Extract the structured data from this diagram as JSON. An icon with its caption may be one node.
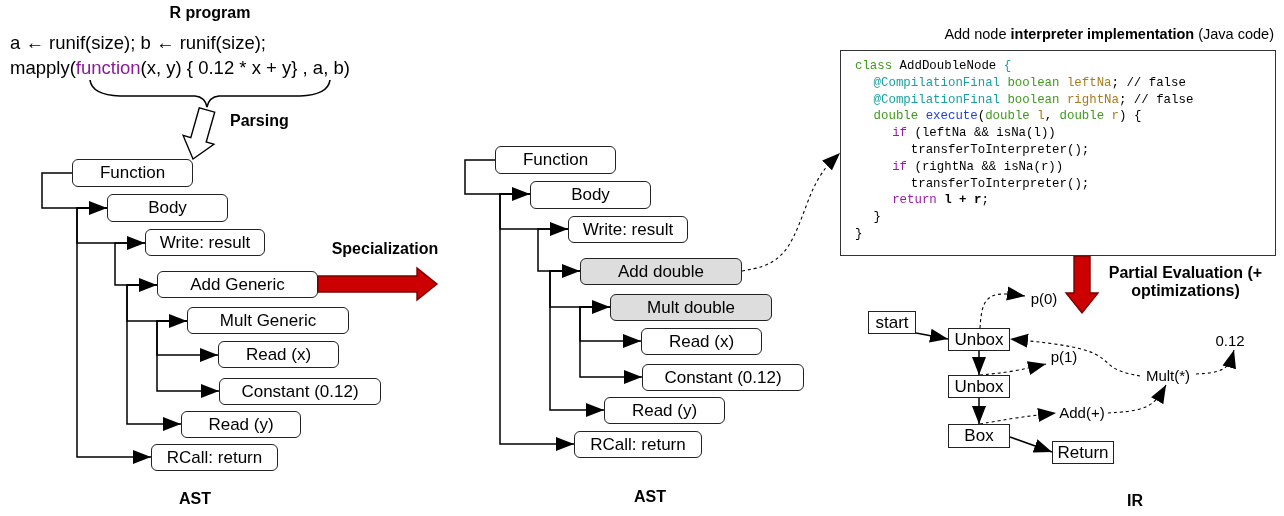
{
  "diagram": {
    "nodes": [
      {
        "text": [
          "R program",
          "a ← runif(size); b ← runif(size); mapply(function(x, y) { 0.12 * x + y} , a, b)"
        ]
      },
      {
        "text": [
          "Function"
        ]
      },
      {
        "text": [
          "Body"
        ]
      },
      {
        "text": [
          "Write: result"
        ]
      },
      {
        "text": [
          "Add Generic"
        ]
      },
      {
        "text": [
          "Mult Generic"
        ]
      },
      {
        "text": [
          "Read (x)"
        ]
      },
      {
        "text": [
          "Constant (0.12)"
        ]
      },
      {
        "text": [
          "Read (y)"
        ]
      },
      {
        "text": [
          "RCall: return"
        ]
      },
      {
        "text": [
          "Function"
        ]
      },
      {
        "text": [
          "Body"
        ]
      },
      {
        "text": [
          "Write: result"
        ]
      },
      {
        "text": [
          "Add double"
        ]
      },
      {
        "text": [
          "Mult double"
        ]
      },
      {
        "text": [
          "Read (x)"
        ]
      },
      {
        "text": [
          "Constant (0.12)"
        ]
      },
      {
        "text": [
          "Read (y)"
        ]
      },
      {
        "text": [
          "RCall: return"
        ]
      },
      {
        "text": [
          "Add node **interpreter implementation** (Java code)",
          "class AddDoubleNode {",
          "@CompilationFinal boolean leftNa; // false",
          "@CompilationFinal boolean rightNa; // false",
          "double execute(double l, double r) {",
          "if (leftNa && isNa(l))",
          "transferToInterpreter();",
          "if (rightNa && isNa(r))",
          "transferToInterpreter();",
          "return l + r;",
          "}",
          "}"
        ]
      },
      {
        "text": [
          "start"
        ]
      },
      {
        "text": [
          "Unbox"
        ]
      },
      {
        "text": [
          "Unbox"
        ]
      },
      {
        "text": [
          "Box"
        ]
      },
      {
        "text": [
          "Return"
        ]
      },
      {
        "text": [
          "p(0)"
        ]
      },
      {
        "text": [
          "p(1)"
        ]
      },
      {
        "text": [
          "Add(+)"
        ]
      },
      {
        "text": [
          "Mult(*)"
        ]
      },
      {
        "text": [
          "0.12"
        ]
      }
    ],
    "edges": [
      {
        "from": 0,
        "to": 1,
        "arrow": "to",
        "label": "Parsing",
        "style": "thick"
      },
      {
        "from": 1,
        "to": 2,
        "arrow": "to"
      },
      {
        "from": 2,
        "to": 3,
        "arrow": "to"
      },
      {
        "from": 2,
        "to": 9,
        "arrow": "to"
      },
      {
        "from": 3,
        "to": 4,
        "arrow": "to"
      },
      {
        "from": 4,
        "to": 5,
        "arrow": "to"
      },
      {
        "from": 4,
        "to": 8,
        "arrow": "to"
      },
      {
        "from": 5,
        "to": 6,
        "arrow": "to"
      },
      {
        "from": 5,
        "to": 7,
        "arrow": "to"
      },
      {
        "from": 4,
        "to": null,
        "arrow": "to",
        "label": "Specialization",
        "style": "thick",
        "color": "#cc0000"
      },
      {
        "from": 10,
        "to": 11,
        "arrow": "to"
      },
      {
        "from": 11,
        "to": 12,
        "arrow": "to"
      },
      {
        "from": 11,
        "to": 18,
        "arrow": "to"
      },
      {
        "from": 12,
        "to": 13,
        "arrow": "to"
      },
      {
        "from": 13,
        "to": 14,
        "arrow": "to"
      },
      {
        "from": 13,
        "to": 17,
        "arrow": "to"
      },
      {
        "from": 14,
        "to": 15,
        "arrow": "to"
      },
      {
        "from": 14,
        "to": 16,
        "arrow": "to"
      },
      {
        "from": 13,
        "to": 19,
        "arrow": "to",
        "style": "dashed"
      },
      {
        "from": 19,
        "to": null,
        "arrow": "to",
        "label": "Partial Evaluation (+ optimizations)",
        "style": "thick",
        "color": "#cc0000"
      },
      {
        "from": 20,
        "to": 21,
        "arrow": "to"
      },
      {
        "from": 21,
        "to": 22,
        "arrow": "to"
      },
      {
        "from": 22,
        "to": 23,
        "arrow": "to"
      },
      {
        "from": 23,
        "to": 24,
        "arrow": "to"
      },
      {
        "from": 21,
        "to": 25,
        "arrow": "to",
        "style": "dashed"
      },
      {
        "from": 22,
        "to": 26,
        "arrow": "to",
        "style": "dashed"
      },
      {
        "from": 23,
        "to": 27,
        "arrow": "to",
        "style": "dashed"
      },
      {
        "from": 27,
        "to": 28,
        "arrow": "to",
        "style": "dashed"
      },
      {
        "from": 28,
        "to": 21,
        "arrow": "to",
        "style": "dashed"
      },
      {
        "from": 28,
        "to": 29,
        "arrow": "to",
        "style": "dashed"
      }
    ],
    "labels": [
      "AST",
      "AST",
      "IR"
    ]
  }
}
